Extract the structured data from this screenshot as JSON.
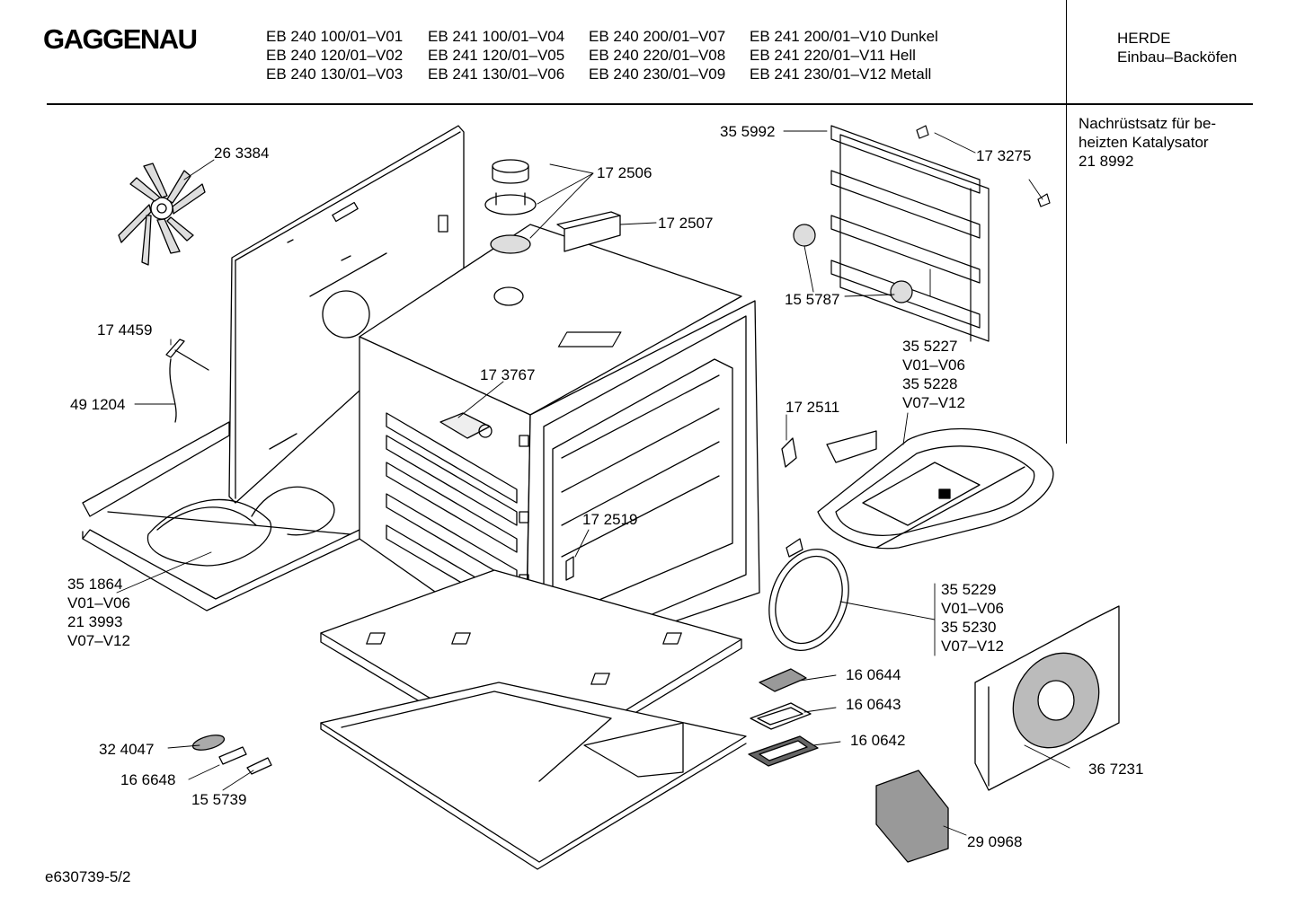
{
  "header": {
    "brand": "GAGGENAU",
    "models": [
      [
        "EB 240 100/01–V01",
        "EB 241 100/01–V04",
        "EB 240 200/01–V07",
        "EB 241 200/01–V10 Dunkel"
      ],
      [
        "EB 240 120/01–V02",
        "EB 241 120/01–V05",
        "EB 240 220/01–V08",
        "EB 241 220/01–V11 Hell"
      ],
      [
        "EB 240 130/01–V03",
        "EB 241 130/01–V06",
        "EB 240 230/01–V09",
        "EB 241 230/01–V12 Metall"
      ]
    ],
    "category_line1": "HERDE",
    "category_line2": "Einbau–Backöfen"
  },
  "side_note": {
    "line1": "Nachrüstsatz für be-",
    "line2": "heizten Katalysator",
    "line3": "21 8992"
  },
  "parts": {
    "p263384": "26 3384",
    "p172506": "17 2506",
    "p172507": "17 2507",
    "p355992": "35 5992",
    "p173275": "17 3275",
    "p155787": "15 5787",
    "p174459": "17 4459",
    "p491204": "49 1204",
    "p173767": "17 3767",
    "p172511": "17 2511",
    "p355227": "35 5227",
    "p355227v": "V01–V06",
    "p355228": "35 5228",
    "p355228v": "V07–V12",
    "p172519": "17 2519",
    "p351864": "35 1864",
    "p351864v": "V01–V06",
    "p213993": "21 3993",
    "p213993v": "V07–V12",
    "p355229": "35 5229",
    "p355229v": "V01–V06",
    "p355230": "35 5230",
    "p355230v": "V07–V12",
    "p160644": "16 0644",
    "p160643": "16 0643",
    "p160642": "16 0642",
    "p324047": "32 4047",
    "p166648": "16 6648",
    "p155739": "15 5739",
    "p367231": "36 7231",
    "p290968": "29 0968"
  },
  "footer": {
    "doc_id": "e630739-5/2"
  }
}
